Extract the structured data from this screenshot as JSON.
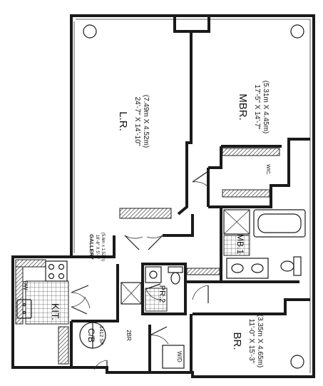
{
  "rooms": {
    "living": {
      "name": "L.R.",
      "dims_imperial": "24'-7\" X 14'-10\"",
      "dims_metric": "(7.49m X 4.52m)"
    },
    "master": {
      "name": "MBR.",
      "dims_imperial": "17'-5\" X 14'-7\"",
      "dims_metric": "(5.31m X 4.45m)"
    },
    "bedroom": {
      "name": "BR.",
      "dims_imperial": "11'-0\" X 15'-3\"",
      "dims_metric": "(3.35m X 4.65m)"
    },
    "gallery": {
      "name": "GALLERY",
      "dims_imperial": "18'-8\" X 5'-0\"",
      "dims_metric": "(5.6m x 1.52m)"
    },
    "kitchen": {
      "name": "KIT."
    },
    "master_bath": {
      "name": "MB.1"
    },
    "powder_room": {
      "name": "PR.2"
    },
    "walk_in_closet": {
      "name": "WIC."
    },
    "dishwasher": {
      "name": "DW"
    },
    "washer_dryer": {
      "name": "W/D"
    }
  },
  "unit": {
    "badge": "C/B",
    "area": "1412 SF",
    "type": "2BR"
  }
}
